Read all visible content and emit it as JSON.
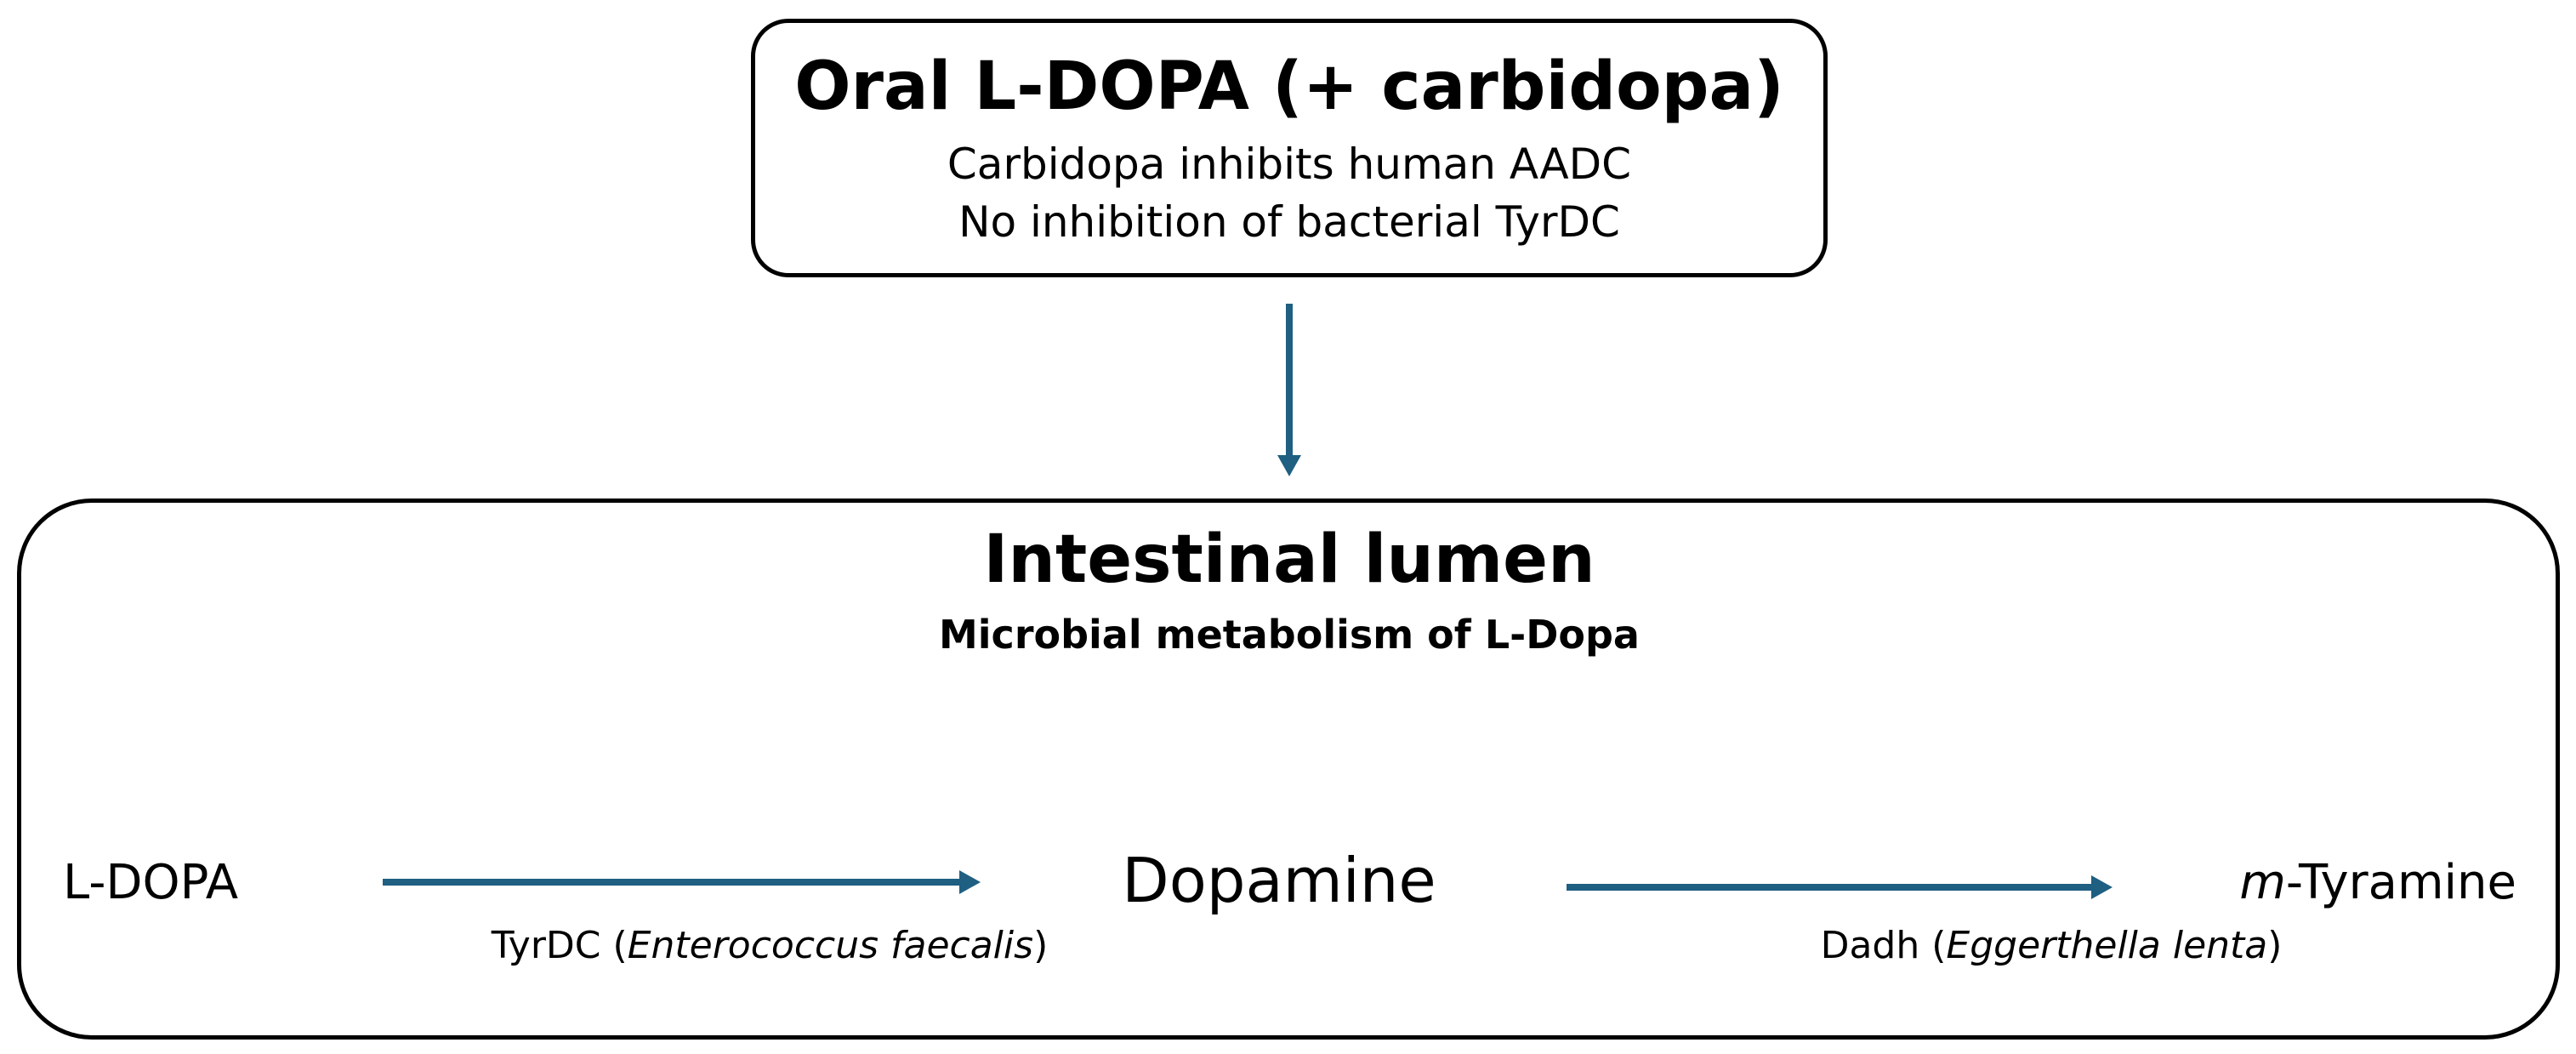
{
  "top_box": {
    "title": "Oral L-DOPA (+ carbidopa)",
    "line1": "Carbidopa inhibits human AADC",
    "line2": "No inhibition of bacterial TyrDC"
  },
  "lumen_box": {
    "title": "Intestinal lumen",
    "subtitle": "Microbial metabolism of L-Dopa"
  },
  "nodes": {
    "ldopa": "L-DOPA",
    "dopamine": "Dopamine",
    "mtyramine_prefix": "m",
    "mtyramine_rest": "-Tyramine"
  },
  "enzymes": {
    "tyrdc": {
      "name": "TyrDC",
      "open": " (",
      "organism": "Enterococcus faecalis",
      "close": ")"
    },
    "dadh": {
      "name": "Dadh",
      "open": " (",
      "organism": "Eggerthella lenta",
      "close": ")"
    }
  },
  "colors": {
    "arrow": "#1f5f82",
    "border": "#000000"
  }
}
